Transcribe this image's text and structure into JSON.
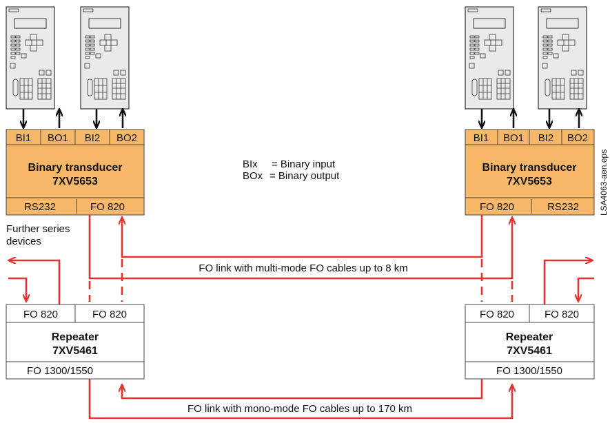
{
  "colors": {
    "signal_red": "#e8312f",
    "transducer_fill": "#f6b868",
    "device_fill": "#eaeaea",
    "line_black": "#111111"
  },
  "transducer_left": {
    "ports_top": [
      "BI1",
      "BO1",
      "BI2",
      "BO2"
    ],
    "title": "Binary transducer",
    "model": "7XV5653",
    "port_bottom_left": "RS232",
    "port_bottom_right": "FO 820"
  },
  "transducer_right": {
    "ports_top": [
      "BI1",
      "BO1",
      "BI2",
      "BO2"
    ],
    "title": "Binary transducer",
    "model": "7XV5653",
    "port_bottom_left": "FO 820",
    "port_bottom_right": "RS232"
  },
  "legend": {
    "bi": "BIx",
    "bi_desc": "= Binary input",
    "bo": "BOx",
    "bo_desc": "= Binary output"
  },
  "further_label_1": "Further series",
  "further_label_2": "devices",
  "link_multimode": "FO link with multi-mode FO cables up to 8 km",
  "link_monomode": "FO link with mono-mode FO cables up to 170 km",
  "repeater_left": {
    "port_left": "FO 820",
    "port_right": "FO 820",
    "title": "Repeater",
    "model": "7XV5461",
    "port_bottom": "FO 1300/1550"
  },
  "repeater_right": {
    "port_left": "FO 820",
    "port_right": "FO 820",
    "title": "Repeater",
    "model": "7XV5461",
    "port_bottom": "FO 1300/1550"
  },
  "file_id": "LSA4063-aen.eps"
}
